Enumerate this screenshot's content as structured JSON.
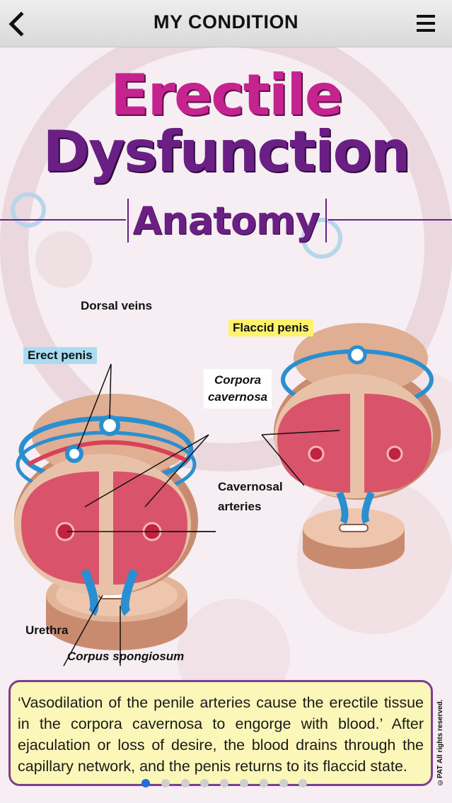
{
  "nav": {
    "title": "MY CONDITION",
    "back_icon": "chevron-left-icon",
    "menu_icon": "hamburger-menu-icon"
  },
  "poster": {
    "title_line1": "Erectile",
    "title_line2": "Dysfunction",
    "subtitle": "Anatomy",
    "labels": {
      "dorsal_veins": "Dorsal veins",
      "erect_penis": "Erect penis",
      "flaccid_penis": "Flaccid penis",
      "corpora_line1": "Corpora",
      "corpora_line2": "cavernosa",
      "cavernosal_line1": "Cavernosal",
      "cavernosal_line2": "arteries",
      "urethra": "Urethra",
      "corpus_spongiosum": "Corpus spongiosum"
    },
    "caption": "‘Vasodilation of the penile arteries cause the erectile tissue in the corpora cavernosa to engorge with blood.’ After ejaculation or loss of desire, the blood drains through the capillary network, and the penis returns to its flaccid state.",
    "copyright": "©PAT All rights reserved."
  },
  "pager": {
    "count": 9,
    "active_index": 0
  },
  "colors": {
    "title_magenta": "#c5238f",
    "title_purple": "#6a1f85",
    "tissue_pink": "#d9536b",
    "vessel_blue": "#2a8fd0",
    "caption_bg": "#fbf7b8",
    "caption_border": "#7b3f91",
    "dot_active": "#1f6fd8"
  }
}
